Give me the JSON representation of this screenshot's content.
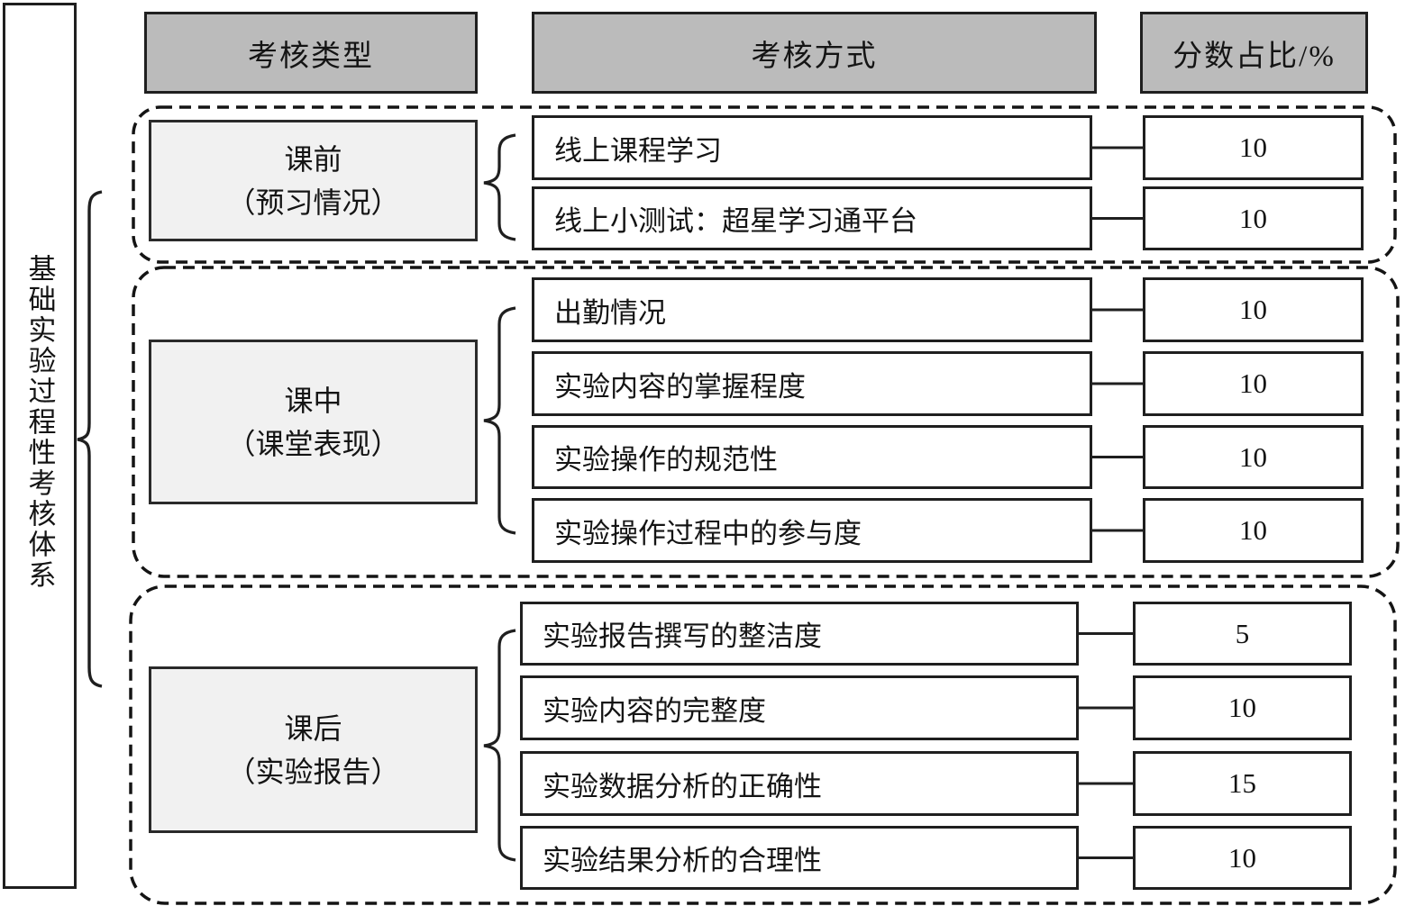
{
  "figure": {
    "title_vertical": "基础实验过程性考核体系",
    "headers": [
      {
        "label": "考核类型"
      },
      {
        "label": "考核方式"
      },
      {
        "label": "分数占比/%"
      }
    ],
    "sections": [
      {
        "type_title": "课前",
        "type_subtitle": "（预习情况）",
        "rows": [
          {
            "method": "线上课程学习",
            "score": "10"
          },
          {
            "method": "线上小测试：超星学习通平台",
            "score": "10"
          }
        ]
      },
      {
        "type_title": "课中",
        "type_subtitle": "（课堂表现）",
        "rows": [
          {
            "method": "出勤情况",
            "score": "10"
          },
          {
            "method": "实验内容的掌握程度",
            "score": "10"
          },
          {
            "method": "实验操作的规范性",
            "score": "10"
          },
          {
            "method": "实验操作过程中的参与度",
            "score": "10"
          }
        ]
      },
      {
        "type_title": "课后",
        "type_subtitle": "（实验报告）",
        "rows": [
          {
            "method": "实验报告撰写的整洁度",
            "score": "5"
          },
          {
            "method": "实验内容的完整度",
            "score": "10"
          },
          {
            "method": "实验数据分析的正确性",
            "score": "15"
          },
          {
            "method": "实验结果分析的合理性",
            "score": "10"
          }
        ]
      }
    ],
    "colors": {
      "header_fill": "#bbbbbb",
      "type_box_fill": "#f1f1f1",
      "line": "#1f1f1f"
    }
  }
}
